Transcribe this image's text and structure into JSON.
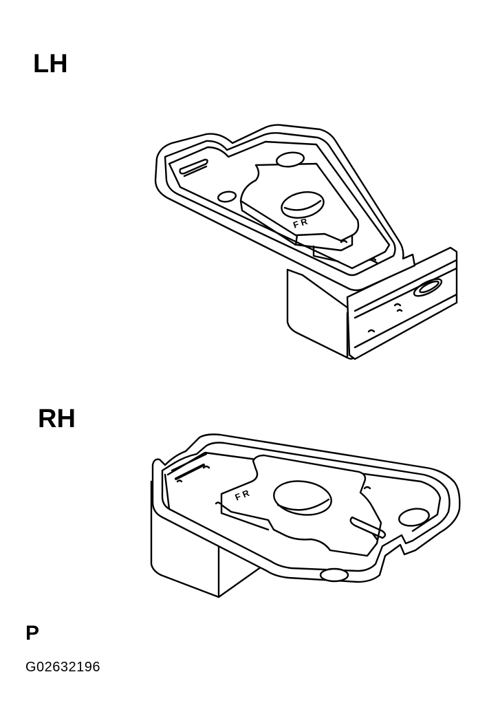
{
  "labels": {
    "left_hand": "LH",
    "right_hand": "RH",
    "view": "P",
    "figure_code": "G02632196"
  },
  "part_markings": {
    "lh_bracket_direction": "F R",
    "rh_bracket_direction": "F R"
  }
}
